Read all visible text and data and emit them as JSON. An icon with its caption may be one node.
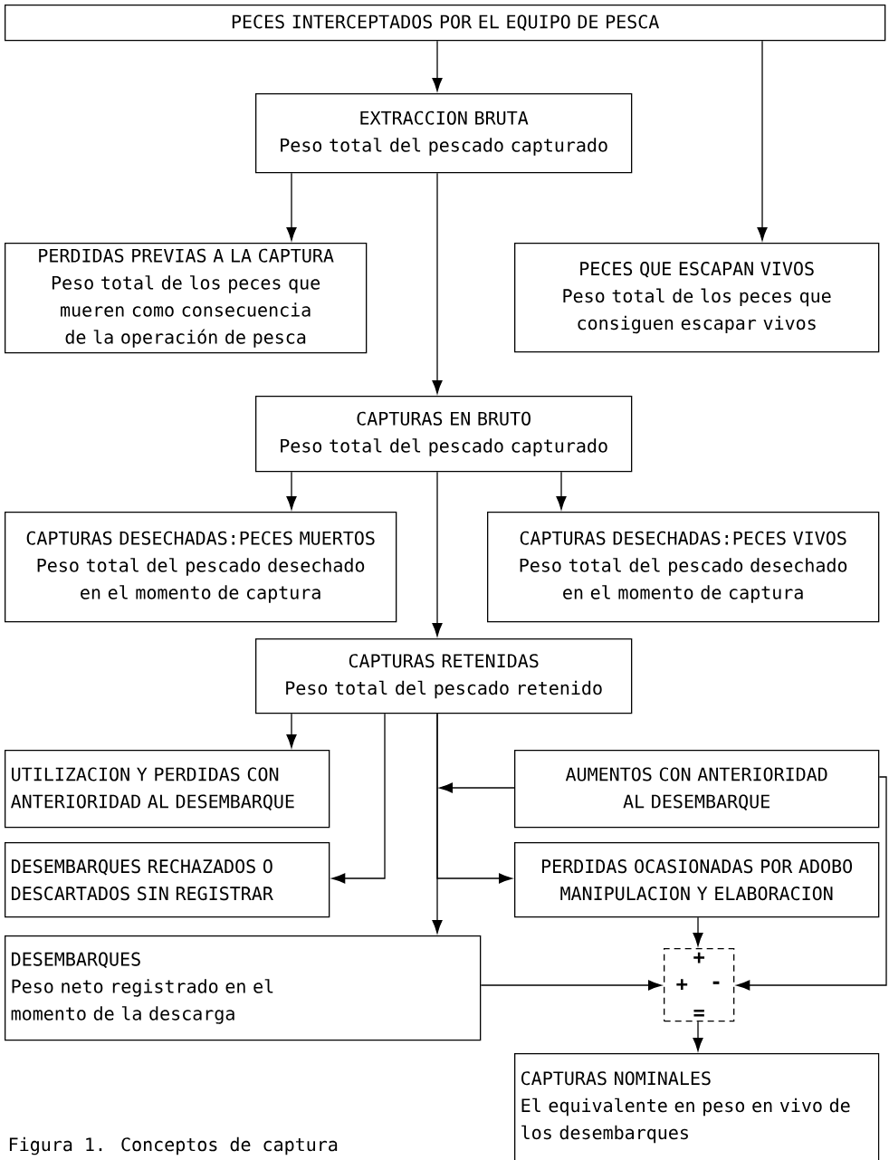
{
  "diagram": {
    "caption": "Figura 1. Conceptos de captura",
    "nodes": [
      {
        "text": [
          "PECES INTERCEPTADOS POR EL EQUIPO DE PESCA"
        ]
      },
      {
        "text": [
          "EXTRACCION BRUTA",
          "Peso total del pescado capturado"
        ]
      },
      {
        "text": [
          "PERDIDAS PREVIAS A LA CAPTURA",
          "Peso total de los peces que mueren como consecuencia de la operación de pesca"
        ]
      },
      {
        "text": [
          "PECES QUE ESCAPAN VIVOS",
          "Peso total de los peces que consiguen escapar vivos"
        ]
      },
      {
        "text": [
          "CAPTURAS EN BRUTO",
          "Peso total del pescado capturado"
        ]
      },
      {
        "text": [
          "CAPTURAS DESECHADAS:PECES MUERTOS",
          "Peso total del pescado desechado en el momento de captura"
        ]
      },
      {
        "text": [
          "CAPTURAS DESECHADAS:PECES VIVOS",
          "Peso total del pescado desechado en el momento de captura"
        ]
      },
      {
        "text": [
          "CAPTURAS RETENIDAS",
          "Peso total del pescado retenido"
        ]
      },
      {
        "text": [
          "UTILIZACION Y PERDIDAS CON ANTERIORIDAD AL DESEMBARQUE"
        ]
      },
      {
        "text": [
          "DESEMBARQUES RECHAZADOS O DESCARTADOS SIN REGISTRAR"
        ]
      },
      {
        "text": [
          "AUMENTOS CON ANTERIORIDAD AL DESEMBARQUE"
        ]
      },
      {
        "text": [
          "PERDIDAS OCASIONADAS POR ADOBO MANIPULACION Y ELABORACION"
        ]
      },
      {
        "text": [
          "DESEMBARQUES",
          "Peso neto registrado en el momento de la descarga"
        ]
      },
      {
        "text": [
          "+",
          "+",
          "-",
          "="
        ]
      },
      {
        "text": [
          "CAPTURAS NOMINALES",
          "El equivalente en peso en vivo de los desembarques"
        ]
      }
    ],
    "edges": [
      {
        "from": 0,
        "to": 1,
        "arrow": "to"
      },
      {
        "from": 0,
        "to": 3,
        "arrow": "to"
      },
      {
        "from": 1,
        "to": 2,
        "arrow": "to"
      },
      {
        "from": 1,
        "to": 4,
        "arrow": "to"
      },
      {
        "from": 4,
        "to": 5,
        "arrow": "to"
      },
      {
        "from": 4,
        "to": 6,
        "arrow": "to"
      },
      {
        "from": 4,
        "to": 7,
        "arrow": "to"
      },
      {
        "from": 7,
        "to": 8,
        "arrow": "to"
      },
      {
        "from": 7,
        "to": 9,
        "arrow": "to"
      },
      {
        "from": 7,
        "to": 12,
        "arrow": "to"
      },
      {
        "from": 10,
        "to": null,
        "arrow": "to"
      },
      {
        "from": 7,
        "to": 11,
        "arrow": "to"
      },
      {
        "from": 11,
        "to": 13,
        "arrow": "to"
      },
      {
        "from": 12,
        "to": 13,
        "arrow": "to"
      },
      {
        "from": 10,
        "to": 13,
        "arrow": "to"
      },
      {
        "from": 13,
        "to": 14,
        "arrow": "to"
      }
    ]
  }
}
